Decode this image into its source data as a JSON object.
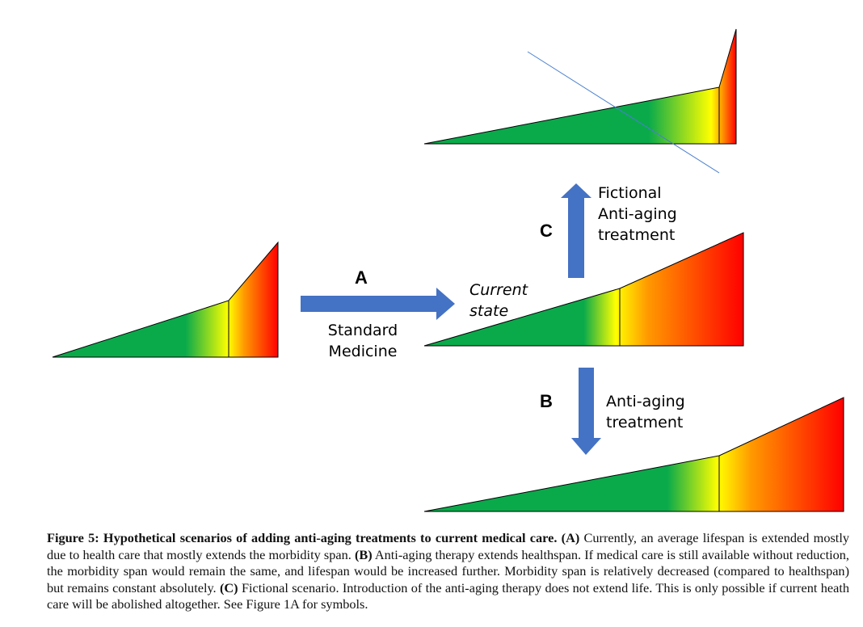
{
  "diagram": {
    "letters": {
      "a": "A",
      "b": "B",
      "c": "C"
    },
    "labels": {
      "standard_line1": "Standard",
      "standard_line2": "Medicine",
      "current_line1": "Current",
      "current_line2": "state",
      "fictional_line1": "Fictional",
      "fictional_line2": "Anti-aging",
      "fictional_line3": "treatment",
      "antiaging_line1": "Anti-aging",
      "antiaging_line2": "treatment"
    },
    "colors": {
      "health_green": "#0aaa4b",
      "transition_yellow": "#ffff00",
      "morbidity_orange": "#ff9900",
      "morbidity_red": "#ff0000",
      "arrow_blue": "#4472c4",
      "strike_line_blue": "#4a7fd0"
    }
  },
  "caption": {
    "title": "Figure 5: Hypothetical scenarios of adding anti-aging treatments to current medical care.",
    "p1_ref": "(A)",
    "p1_text": " Currently, an average lifespan is extended mostly due to health care that mostly extends the morbidity span. ",
    "p2_ref": "(B)",
    "p2_text": " Anti-aging therapy extends healthspan. If medical care is still available without reduction, the morbidity span would remain the same, and lifespan would be increased further. Morbidity span is relatively decreased (compared to healthspan) but remains constant absolutely. ",
    "p3_ref": "(C)",
    "p3_text": " Fictional scenario. Introduction of the anti-aging therapy does not extend life. This is only possible if current heath care will be abolished altogether. See Figure 1A for symbols."
  }
}
